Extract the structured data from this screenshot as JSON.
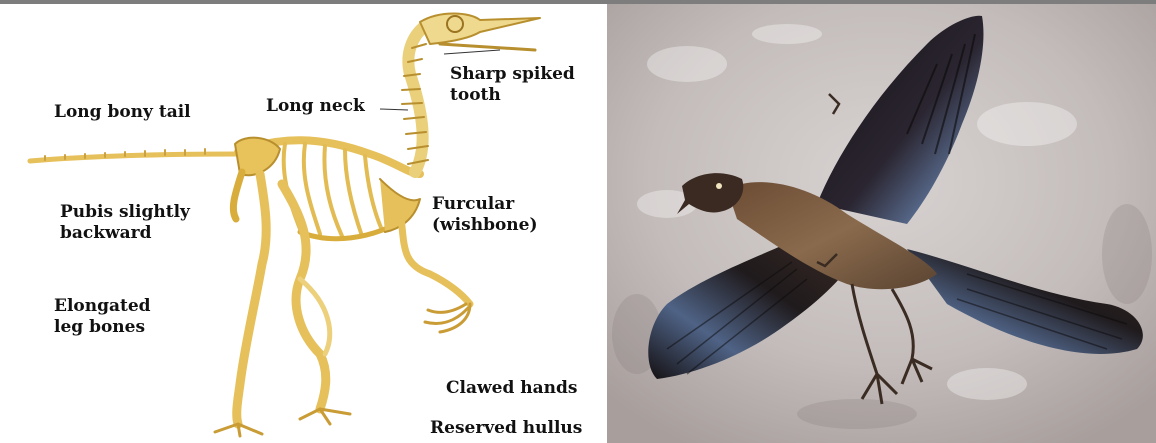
{
  "labels": {
    "long_bony_tail": "Long bony tail",
    "long_neck": "Long neck",
    "sharp_tooth": "Sharp spiked\ntooth",
    "pubis": "Pubis slightly\nbackward",
    "furcular": "Furcular\n(wishbone)",
    "elongated_legs": "Elongated\nleg bones",
    "clawed_hands": "Clawed hands",
    "reserved_hullus": "Reserved hullus"
  },
  "colors": {
    "bone": "#e8c25a",
    "bone_dark": "#b8902c",
    "stone": "#c8c2c0",
    "feather_dark": "#1f1a1c",
    "feather_blue": "#5b6f93",
    "feather_brown": "#7a5a3c"
  }
}
